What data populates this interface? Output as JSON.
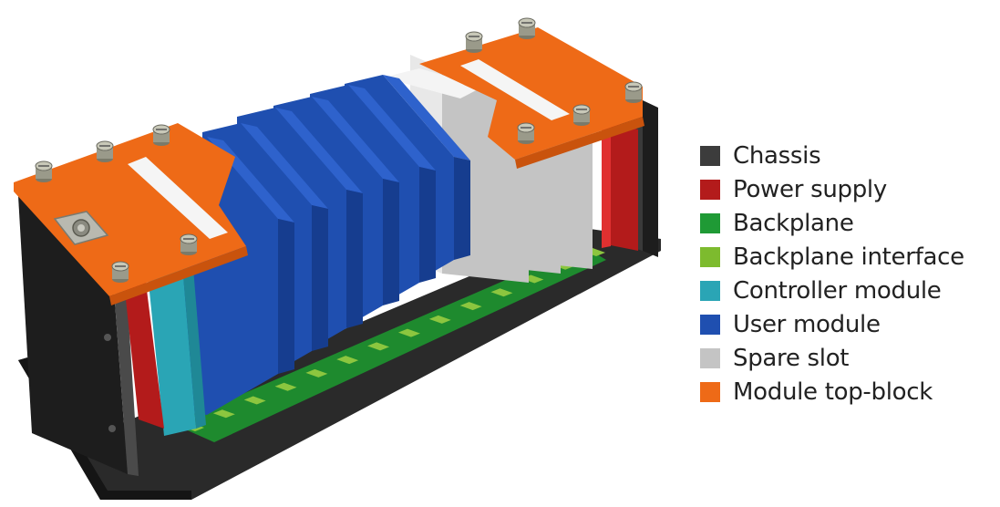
{
  "colors": {
    "chassis": "#3a3a3a",
    "chassis_dark": "#1d1d1d",
    "chassis_mid": "#4a4a4a",
    "power_supply": "#b31b1b",
    "backplane": "#1e8a2e",
    "backplane_interface": "#8cc63f",
    "controller_module": "#2aa5b5",
    "user_module": "#1f4fb0",
    "user_module_light": "#2e62cc",
    "user_module_dark": "#163d8f",
    "spare_slot": "#c4c4c4",
    "spare_slot_light": "#e8e8e8",
    "top_block": "#ee6a17",
    "top_block_dark": "#c9530d",
    "screw": "#9a9a8a"
  },
  "legend": [
    {
      "key": "chassis",
      "label": "Chassis",
      "color": "#3c3c3c"
    },
    {
      "key": "power_supply",
      "label": "Power supply",
      "color": "#b31b1b"
    },
    {
      "key": "backplane",
      "label": "Backplane",
      "color": "#1f9a35"
    },
    {
      "key": "backplane_interface",
      "label": "Backplane interface",
      "color": "#7dbb2e"
    },
    {
      "key": "controller_module",
      "label": "Controller module",
      "color": "#2aa5b5"
    },
    {
      "key": "user_module",
      "label": "User module",
      "color": "#1f4fb0"
    },
    {
      "key": "spare_slot",
      "label": "Spare slot",
      "color": "#c4c4c4"
    },
    {
      "key": "top_block",
      "label": "Module top-block",
      "color": "#ee6a17"
    }
  ]
}
